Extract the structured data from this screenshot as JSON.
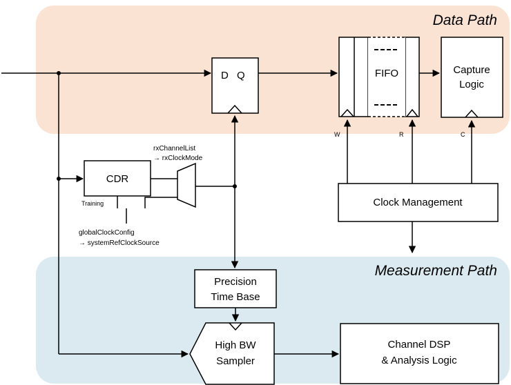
{
  "regions": {
    "data_path": {
      "title": "Data Path",
      "color": "#fbe3d4"
    },
    "measurement_path": {
      "title": "Measurement Path",
      "color": "#dbeaf0"
    }
  },
  "blocks": {
    "flipflop": {
      "d_label": "D",
      "q_label": "Q"
    },
    "fifo": {
      "label": "FIFO",
      "write_pin": "W",
      "read_pin": "R"
    },
    "capture_logic": {
      "line1": "Capture",
      "line2": "Logic",
      "clock_pin": "C"
    },
    "cdr": {
      "label": "CDR",
      "training_label": "Training"
    },
    "clock_management": {
      "label": "Clock Management"
    },
    "precision_time_base": {
      "line1": "Precision",
      "line2": "Time Base"
    },
    "sampler": {
      "line1": "High BW",
      "line2": "Sampler"
    },
    "channel_dsp": {
      "line1": "Channel DSP",
      "line2": "& Analysis Logic"
    }
  },
  "annotations": {
    "rx_channel_list": "rxChannelList",
    "rx_clock_mode": "→ rxClockMode",
    "global_clock_config": "globalClockConfig",
    "system_ref_clock_source": "→ systemRefClockSource"
  }
}
